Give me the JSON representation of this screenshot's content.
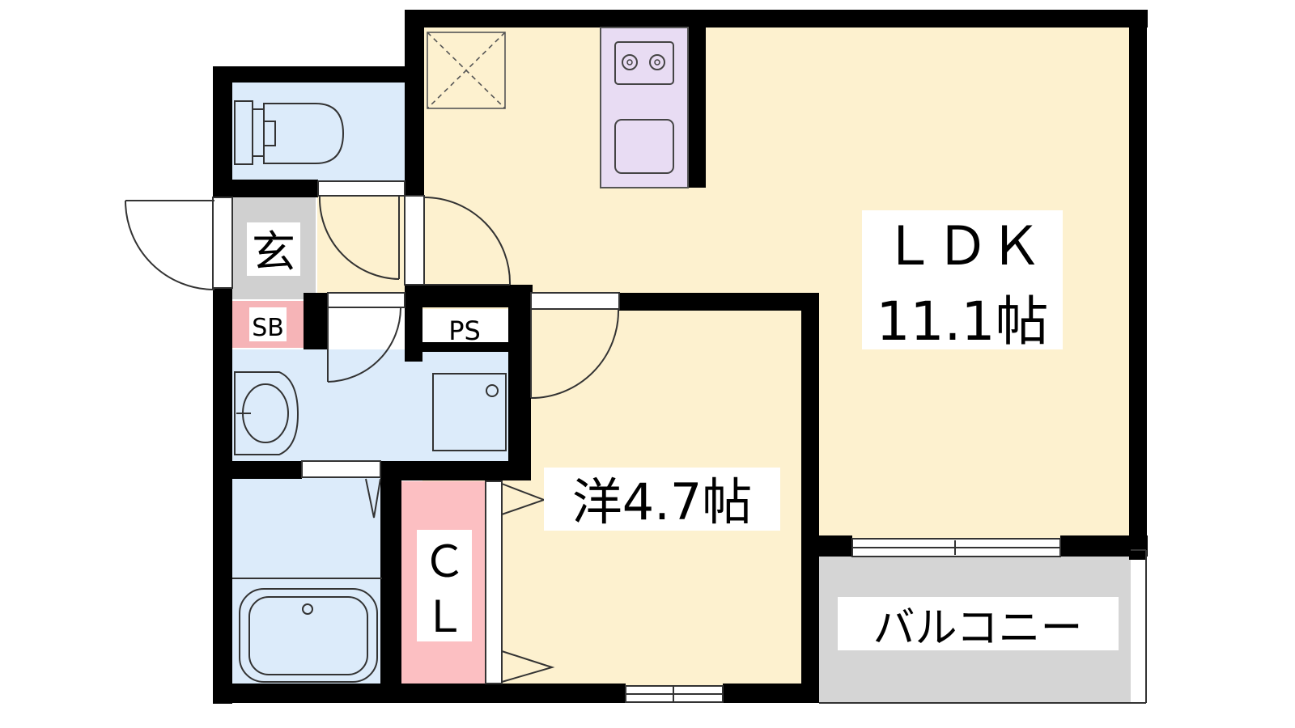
{
  "floorplan": {
    "rooms": {
      "ldk": {
        "name": "ＬＤＫ",
        "size": "11.1帖"
      },
      "western": {
        "label": "洋4.7帖"
      },
      "closet": {
        "line1": "Ｃ",
        "line2": "Ｌ"
      },
      "balcony": {
        "label": "バルコニー"
      },
      "entrance": {
        "label": "玄"
      },
      "shoebox": {
        "label": "SB"
      },
      "pipe_space": {
        "label": "PS"
      }
    },
    "colors": {
      "living": "#fdf1cf",
      "wet": "#dcebfa",
      "closet": "#fcbfc2",
      "shoebox": "#f6b4b7",
      "entrance": "#d0d0d0",
      "balcony": "#d5d5d5",
      "kitchen": "#e8dcf3",
      "wall": "#000000"
    }
  }
}
